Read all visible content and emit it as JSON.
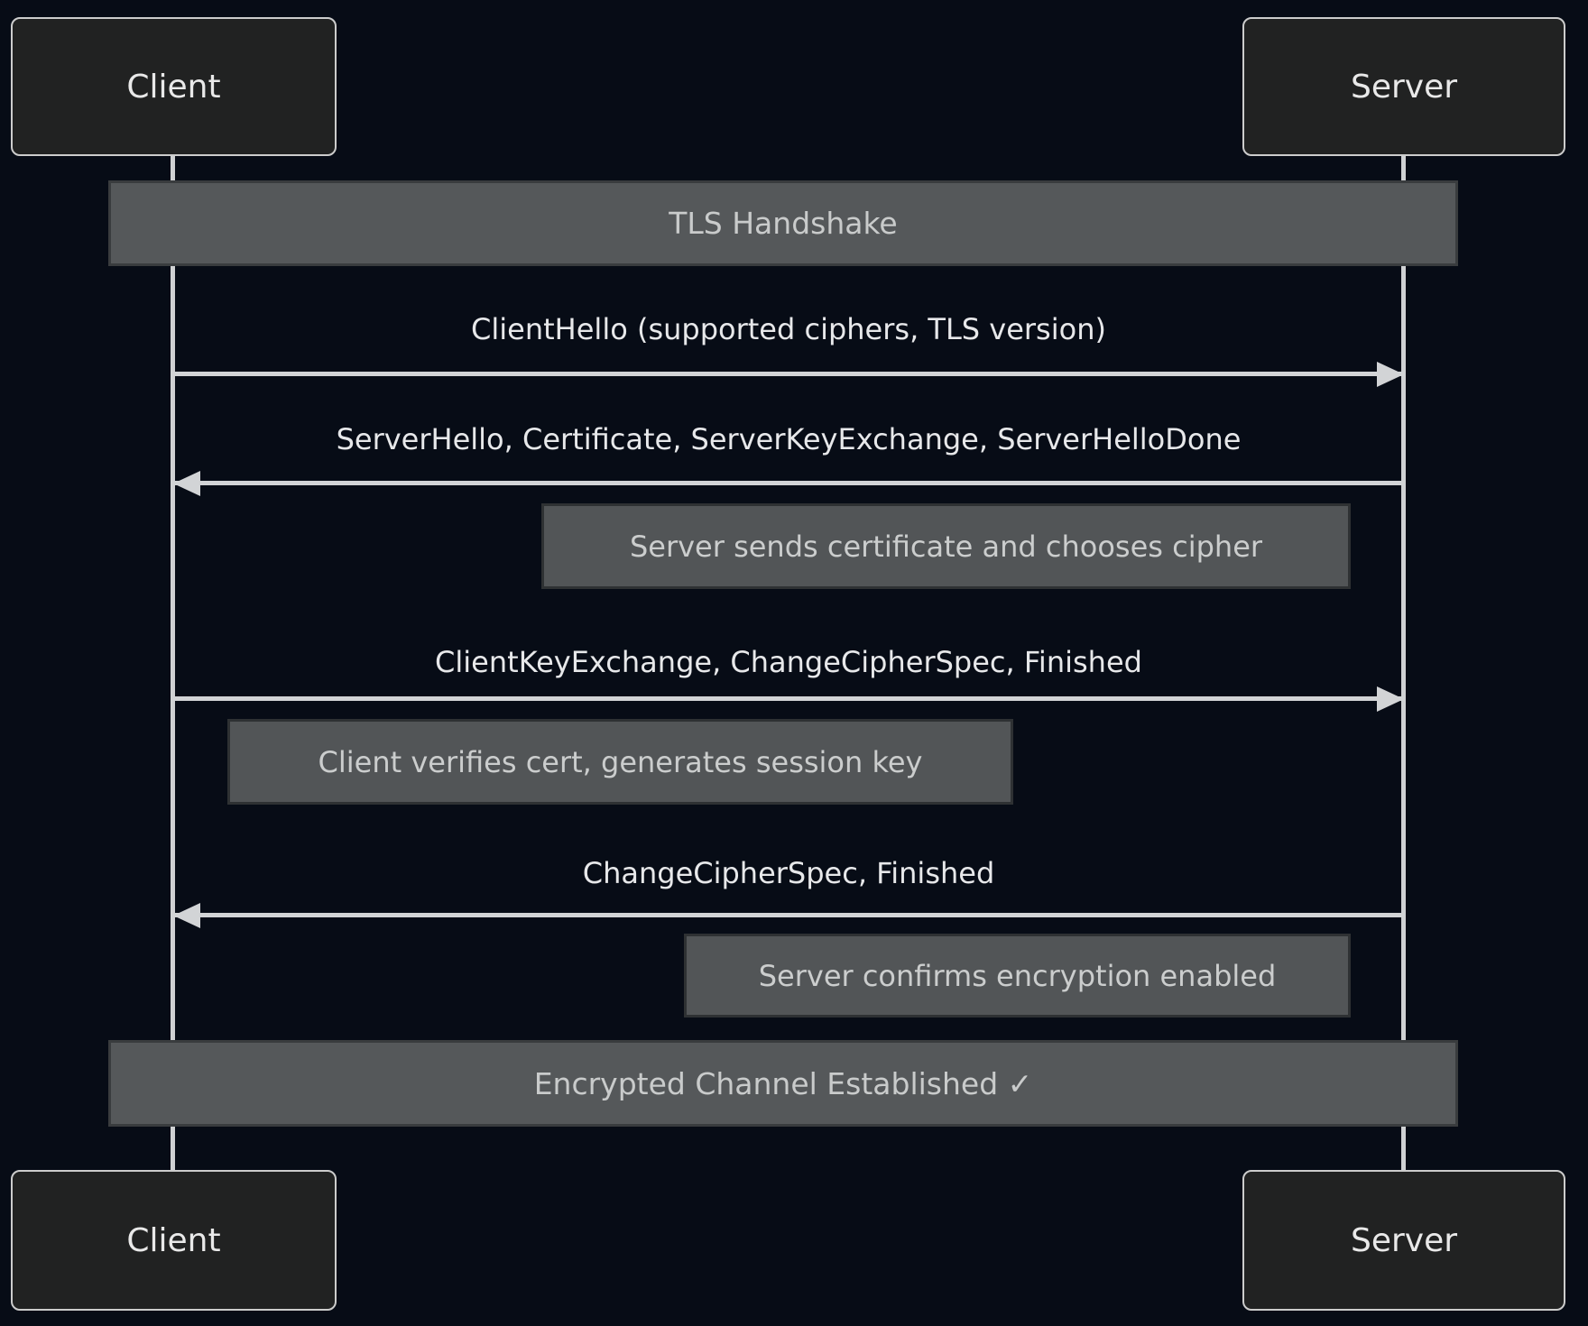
{
  "actors": {
    "client": "Client",
    "server": "Server"
  },
  "banners": {
    "title": "TLS Handshake",
    "footer": "Encrypted Channel Established ✓"
  },
  "messages": [
    {
      "text": "ClientHello (supported ciphers, TLS version)",
      "direction": "right"
    },
    {
      "text": "ServerHello, Certificate, ServerKeyExchange, ServerHelloDone",
      "direction": "left"
    },
    {
      "text": "ClientKeyExchange, ChangeCipherSpec, Finished",
      "direction": "right"
    },
    {
      "text": "ChangeCipherSpec, Finished",
      "direction": "left"
    }
  ],
  "notes": [
    {
      "text": "Server sends certificate and chooses cipher"
    },
    {
      "text": "Client verifies cert, generates session key"
    },
    {
      "text": "Server confirms encryption enabled"
    }
  ],
  "colors": {
    "background": "#070c16",
    "actor_fill": "#212222",
    "actor_border": "#cccccc",
    "band_fill": "#55585a",
    "band_border": "#393c3e",
    "note_fill": "#525557",
    "note_border": "#2e3133",
    "line": "#d2d4d6",
    "message_text": "#e7e8ea",
    "band_text": "#c9cbcb",
    "actor_text": "#e9e9e9"
  }
}
